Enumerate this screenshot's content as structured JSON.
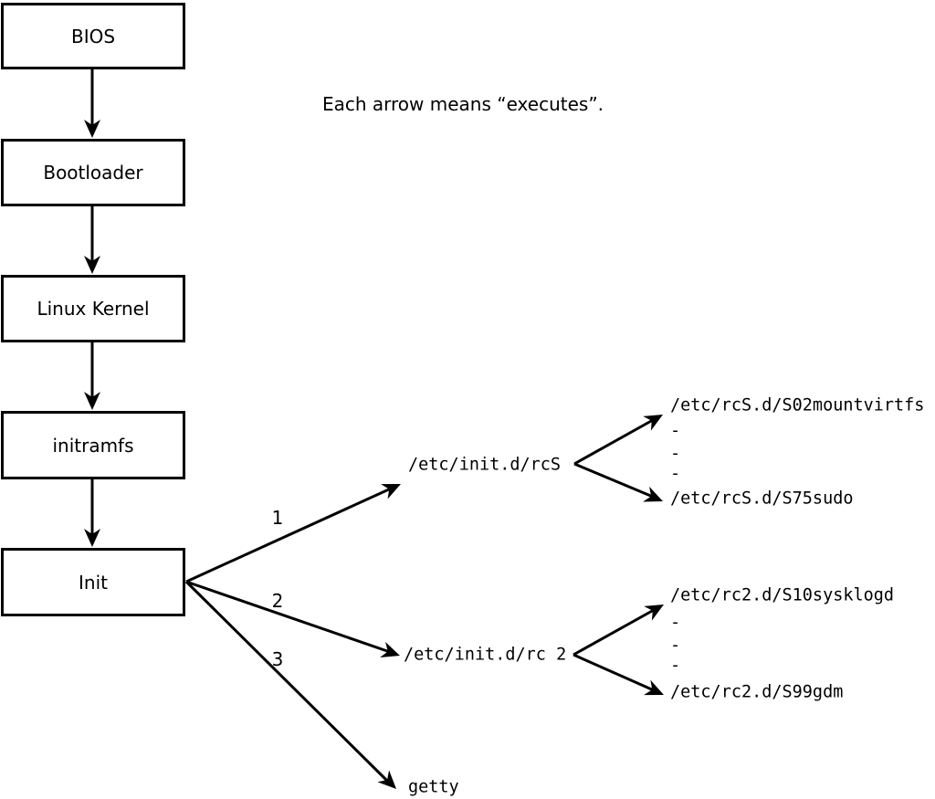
{
  "diagram_note": "Each arrow means “executes”.",
  "boot_chain": [
    {
      "label": "BIOS"
    },
    {
      "label": "Bootloader"
    },
    {
      "label": "Linux Kernel"
    },
    {
      "label": "initramfs"
    },
    {
      "label": "Init"
    }
  ],
  "init_arrows": [
    {
      "order": "1",
      "target": "/etc/init.d/rcS"
    },
    {
      "order": "2",
      "target": "/etc/init.d/rc 2"
    },
    {
      "order": "3",
      "target": "getty"
    }
  ],
  "rcS_scripts": {
    "first": "/etc/rcS.d/S02mountvirtfs",
    "dots": [
      "-",
      "-",
      "-"
    ],
    "last": "/etc/rcS.d/S75sudo"
  },
  "rc2_scripts": {
    "first": "/etc/rc2.d/S10sysklogd",
    "dots": [
      "-",
      "-",
      "-"
    ],
    "last": "/etc/rc2.d/S99gdm"
  },
  "colors": {
    "line": "#000000",
    "background": "#ffffff"
  }
}
